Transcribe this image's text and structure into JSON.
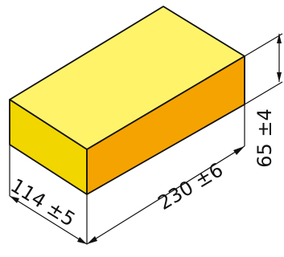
{
  "dimensions": {
    "length": "230 ±6",
    "width": "114 ±5",
    "height": "65 ±4"
  },
  "colors": {
    "top_face": "#fff36a",
    "front_face": "#f2d600",
    "side_face": "#f5a300",
    "outline": "#111111",
    "dimension_line": "#111111",
    "background": "#ffffff"
  }
}
